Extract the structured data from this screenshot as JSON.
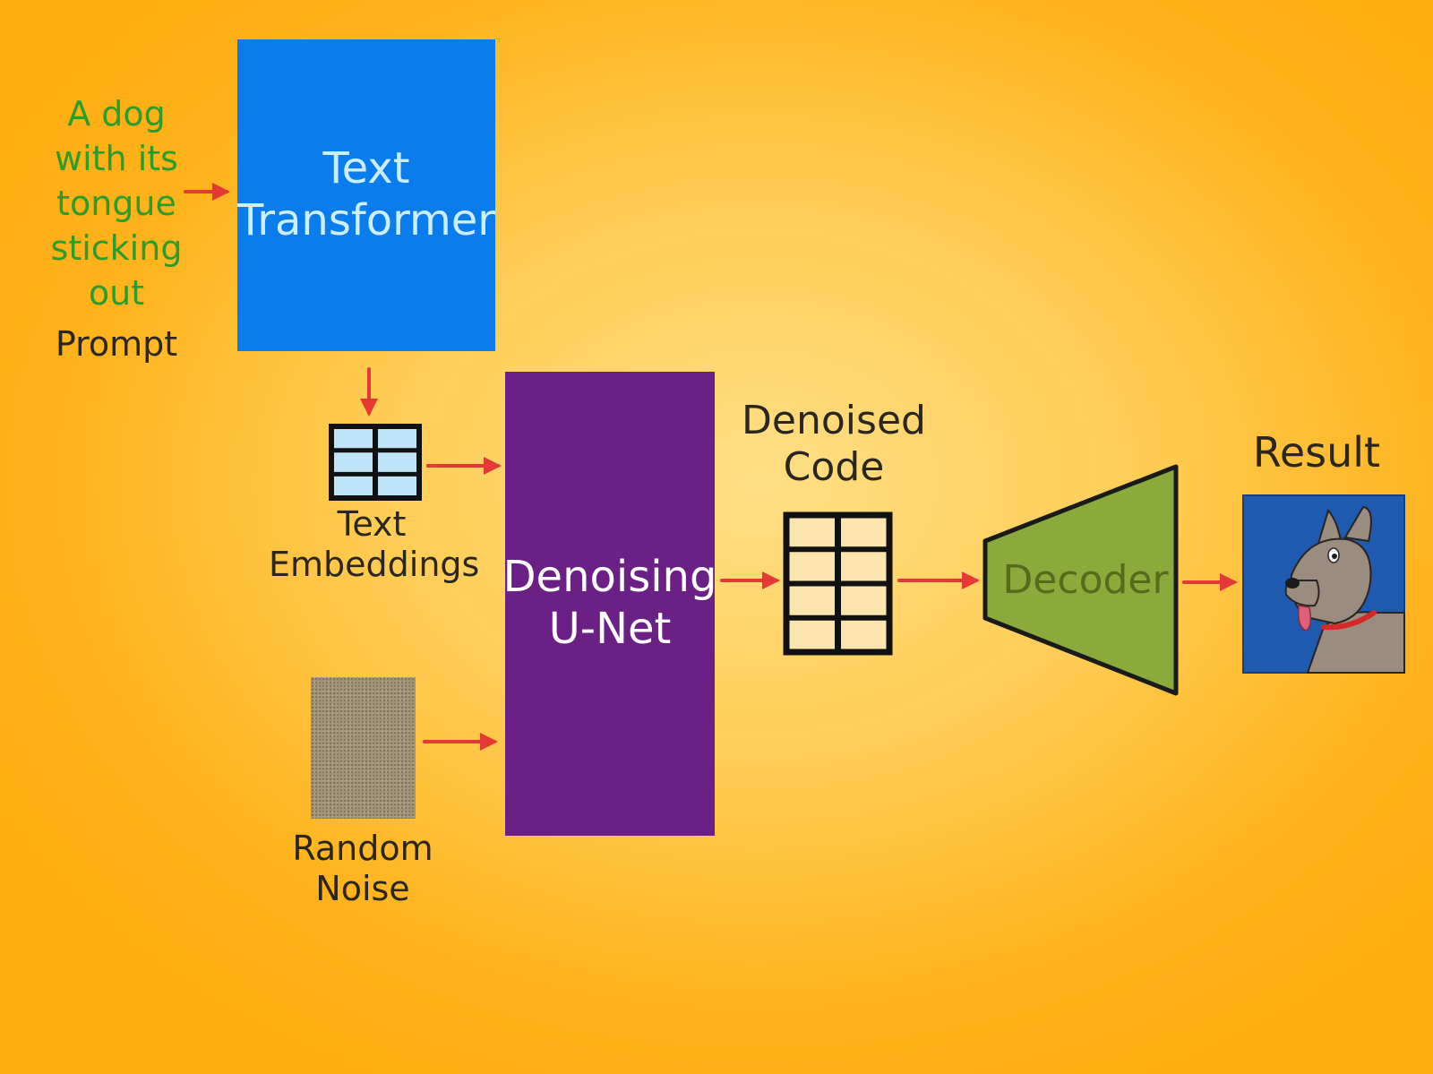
{
  "prompt": {
    "text_lines": [
      "A dog",
      "with its",
      "tongue",
      "sticking",
      "out"
    ],
    "caption": "Prompt"
  },
  "text_transformer": {
    "title": "Text\nTransformer",
    "color": "#0b7ceb"
  },
  "text_embeddings": {
    "label_line1": "Text",
    "label_line2": "Embeddings",
    "cell_color": "#bfe3f7"
  },
  "denoising_unet": {
    "title": "Denoising\nU-Net",
    "color": "#6b2085"
  },
  "random_noise": {
    "label_line1": "Random",
    "label_line2": "Noise",
    "color": "#9f9378"
  },
  "denoised_code": {
    "label_line1": "Denoised",
    "label_line2": "Code",
    "cell_color": "#fbe4ad"
  },
  "decoder": {
    "title": "Decoder",
    "color": "#8aab3c"
  },
  "result": {
    "label": "Result",
    "image_background": "#1e5bb0",
    "dog_color": "#9b8c80",
    "collar_color": "#d62828"
  },
  "arrow_color": "#e53935"
}
